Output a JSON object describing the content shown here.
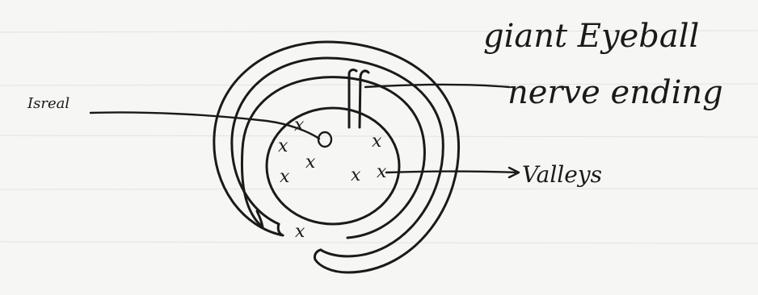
{
  "title": "giant Eyeball",
  "labels": {
    "isreal": "Isreal",
    "nerve_ending": "nerve ending",
    "valleys": "Valleys"
  },
  "markers": {
    "x_mark": "x"
  }
}
